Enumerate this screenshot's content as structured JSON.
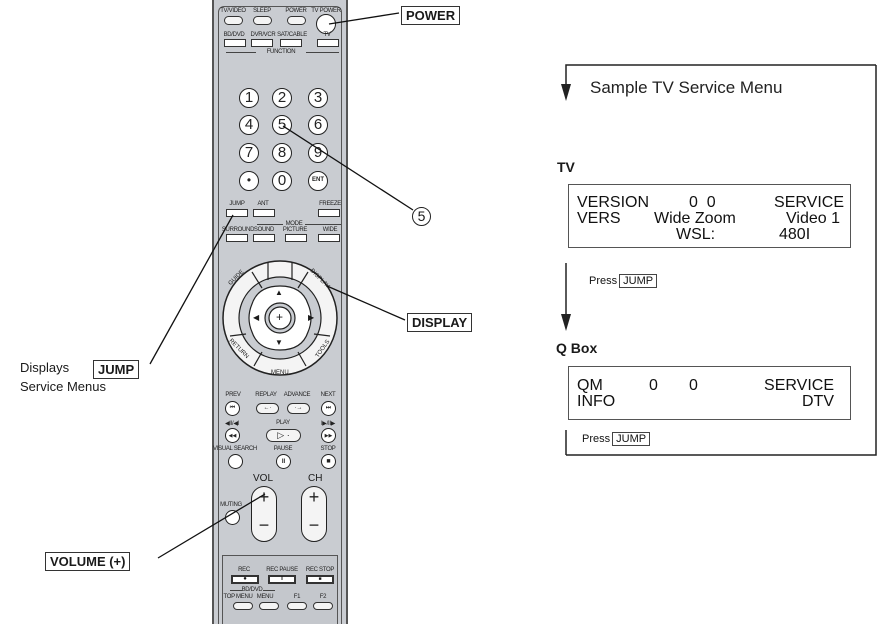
{
  "diagram_title": "Sample TV Service Menu",
  "remote": {
    "top_buttons": [
      "TV/VIDEO",
      "SLEEP",
      "POWER",
      "TV POWER"
    ],
    "function_buttons": [
      "BD/DVD",
      "DVR/VCR",
      "SAT/CABLE",
      "TV"
    ],
    "function_label": "FUNCTION",
    "number_keys": [
      "1",
      "2",
      "3",
      "4",
      "5",
      "6",
      "7",
      "8",
      "9",
      "•",
      "0",
      "ENT"
    ],
    "row_jump": [
      "JUMP",
      "ANT",
      "FREEZE"
    ],
    "mode_label": "MODE",
    "row_mode": [
      "SURROUND",
      "SOUND",
      "PICTURE",
      "WIDE"
    ],
    "ring": {
      "guide": "GUIDE",
      "display": "DISPLAY",
      "return": "RETURN",
      "tools": "TOOLS",
      "menu": "MENU",
      "up": "▲",
      "down": "▼",
      "left": "◀",
      "right": "▶",
      "center": "+"
    },
    "transport_labels": [
      "PREV",
      "REPLAY",
      "ADVANCE",
      "NEXT"
    ],
    "transport_icons": [
      "⏮",
      "←·",
      "·→",
      "⏭"
    ],
    "slow_labels": [
      "◀II/◀I",
      "PLAY",
      "I▶/II▶"
    ],
    "slow_icons": [
      "◀◀",
      "▷ ·",
      "▶▶"
    ],
    "search_labels": [
      "VISUAL SEARCH",
      "PAUSE",
      "STOP"
    ],
    "search_icons": [
      "",
      "II",
      "■"
    ],
    "vol_label": "VOL",
    "ch_label": "CH",
    "muting_label": "MUTING",
    "plus": "+",
    "minus": "−",
    "rec_labels": [
      "REC",
      "REC PAUSE",
      "REC STOP"
    ],
    "rec_icons": [
      "●",
      "II",
      "■"
    ],
    "bd_label": "BD/DVD",
    "bottom_labels": [
      "TOP MENU",
      "MENU",
      "F1",
      "F2"
    ]
  },
  "callouts": {
    "power": "POWER",
    "five": "5",
    "display": "DISPLAY",
    "jump_prefix": "Displays",
    "jump_key": "JUMP",
    "jump_suffix": "Service Menus",
    "volume": "VOLUME (+)"
  },
  "menu_flow": {
    "tv": {
      "heading": "TV",
      "rows": [
        [
          "VERSION",
          "0  0",
          "SERVICE"
        ],
        [
          "VERS",
          "Wide Zoom",
          "Video 1"
        ],
        [
          "",
          "WSL:",
          "480I"
        ]
      ],
      "press": "Press",
      "key": "JUMP"
    },
    "qbox": {
      "heading": "Q Box",
      "rows": [
        [
          "QM",
          "0",
          "0",
          "SERVICE"
        ],
        [
          "INFO",
          "",
          "",
          "DTV"
        ]
      ],
      "press": "Press",
      "key": "JUMP"
    }
  }
}
